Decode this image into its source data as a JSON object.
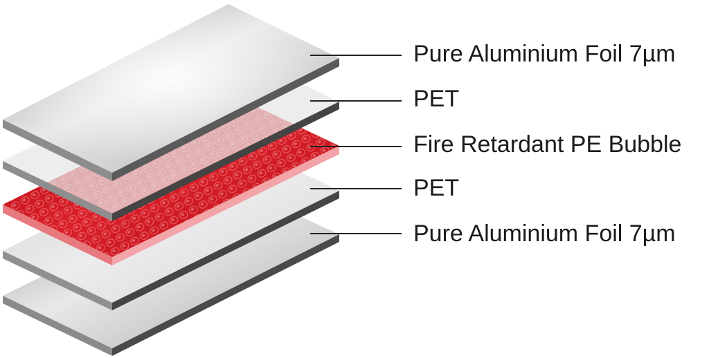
{
  "layers": [
    {
      "label": "Pure Aluminium Foil 7µm",
      "material": "aluminium",
      "color": "#c4c4c4"
    },
    {
      "label": "PET",
      "material": "pet",
      "color": "#dcdcdc"
    },
    {
      "label": "Fire Retardant PE Bubble",
      "material": "pe-bubble",
      "color": "#c8101e"
    },
    {
      "label": "PET",
      "material": "pet",
      "color": "#dcdcdc"
    },
    {
      "label": "Pure Aluminium Foil 7µm",
      "material": "aluminium",
      "color": "#c4c4c4"
    }
  ]
}
